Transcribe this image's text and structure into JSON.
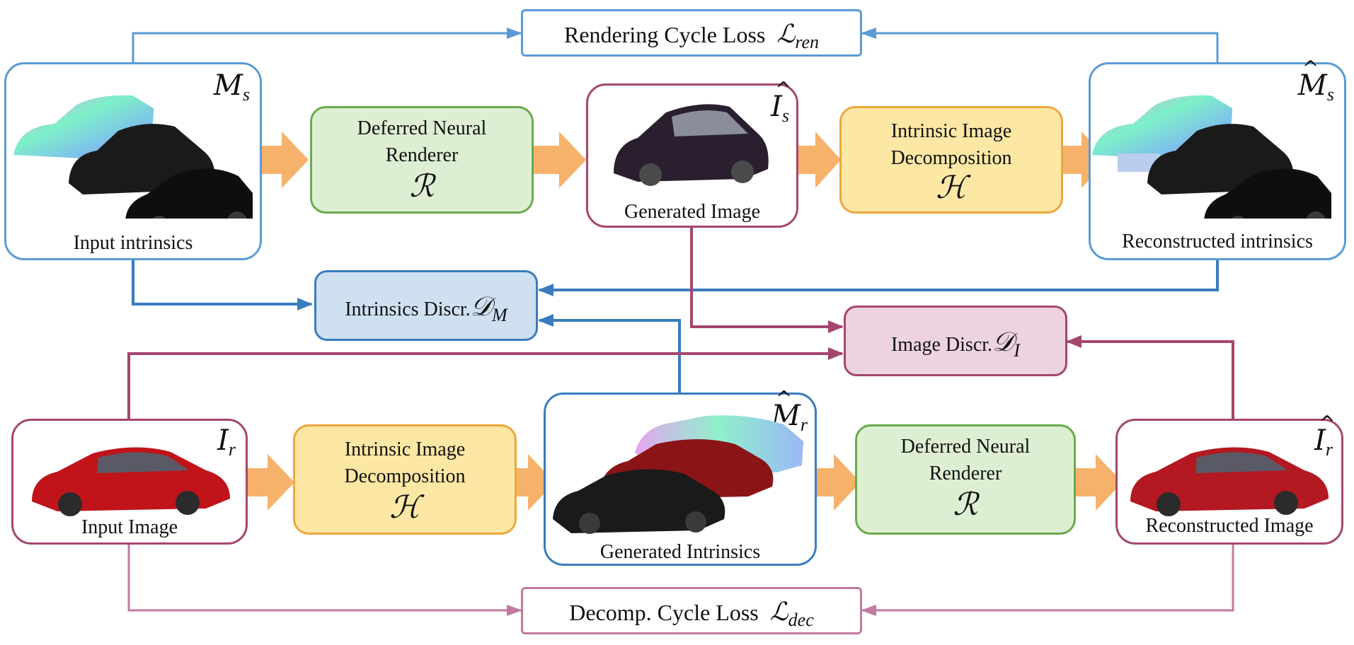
{
  "losses": {
    "rendering": {
      "text": "Rendering Cycle Loss",
      "symbol": "ℒ",
      "sub": "ren"
    },
    "decomp": {
      "text": "Decomp. Cycle Loss",
      "symbol": "ℒ",
      "sub": "dec"
    }
  },
  "top_row": {
    "input": {
      "symbol": "M",
      "sub": "s",
      "caption": "Input intrinsics"
    },
    "renderer": {
      "line1": "Deferred Neural",
      "line2": "Renderer",
      "symbol": "ℛ"
    },
    "generated": {
      "symbol": "I",
      "sub": "s",
      "caption": "Generated Image"
    },
    "decomposition": {
      "line1": "Intrinsic Image",
      "line2": "Decomposition",
      "symbol": "ℋ"
    },
    "reconstructed": {
      "symbol": "M",
      "sub": "s",
      "caption": "Reconstructed intrinsics"
    }
  },
  "discriminators": {
    "intrinsics": {
      "text": "Intrinsics Discr.",
      "symbol": "𝒟",
      "sub": "M"
    },
    "image": {
      "text": "Image Discr.",
      "symbol": "𝒟",
      "sub": "I"
    }
  },
  "bottom_row": {
    "input": {
      "symbol": "I",
      "sub": "r",
      "caption": "Input Image"
    },
    "decomposition": {
      "line1": "Intrinsic Image",
      "line2": "Decomposition",
      "symbol": "ℋ"
    },
    "generated": {
      "symbol": "M",
      "sub": "r",
      "caption": "Generated Intrinsics"
    },
    "renderer": {
      "line1": "Deferred Neural",
      "line2": "Renderer",
      "symbol": "ℛ"
    },
    "reconstructed": {
      "symbol": "I",
      "sub": "r",
      "caption": "Reconstructed Image"
    }
  },
  "colors": {
    "blue": "#5b9bd5",
    "blue_dark": "#3a7cc0",
    "magenta": "#a5466f",
    "pink": "#c27aa0",
    "orange_arrow": "#f6b26b",
    "green_fill": "#ddefd3",
    "yellow_fill": "#fde7a4"
  }
}
